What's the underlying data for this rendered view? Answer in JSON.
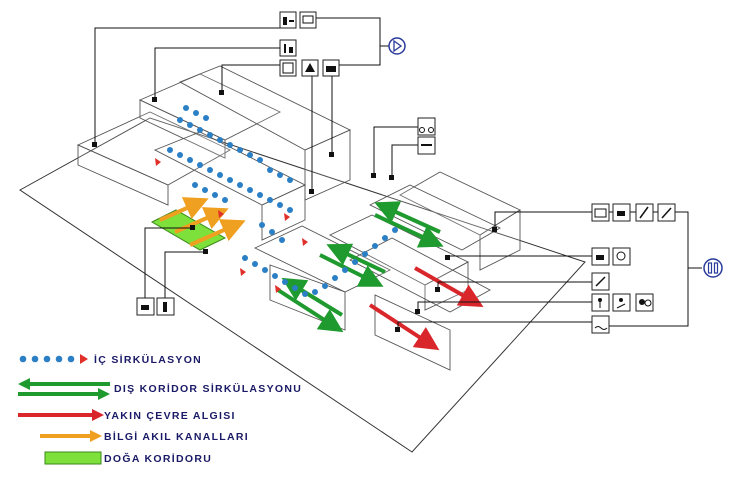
{
  "legend": {
    "ic_sirkulasyon": "İÇ SİRKÜLASYON",
    "dis_koridor": "DIŞ KORİDOR SİRKÜLASYONU",
    "yakin_cevre": "YAKIN ÇEVRE ALGISI",
    "bilgi_akil": "BİLGİ AKIL KANALLARI",
    "doga_koridoru": "DOĞA KORİDORU"
  },
  "colors": {
    "dot": "#2b7fc4",
    "marker": "#e0302a",
    "green": "#1f9a2e",
    "red": "#d9262a",
    "orange": "#f0a020",
    "nature": "#7ee03a",
    "legend_text": "#1a1a66",
    "control_ring": "#2a3a9a"
  },
  "icons": {
    "top_group": [
      "reading-desk-icon",
      "presentation-icon",
      "workshop-icon",
      "library-icon",
      "stage-icon",
      "film-icon"
    ],
    "top_right": [
      "cycling-icon",
      "fitness-icon"
    ],
    "right_group": [
      "exhibition-icon",
      "cafe-icon",
      "climbing-icon",
      "gymnastics-icon",
      "cafe-icon",
      "dining-icon",
      "sport-icon",
      "children-play-icon",
      "theatre-icon",
      "masks-icon",
      "swimming-icon"
    ],
    "bottom_left": [
      "cafe-icon",
      "sculpture-icon"
    ]
  },
  "controls": {
    "play": "play-button",
    "pause": "pause-button"
  }
}
